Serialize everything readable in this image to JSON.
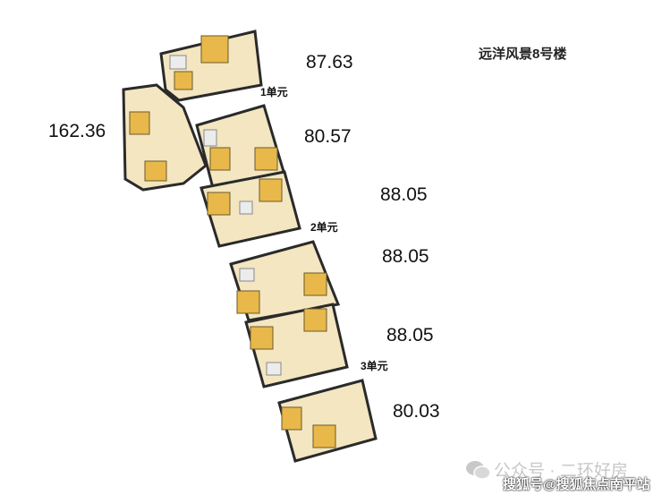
{
  "title": "远洋风景8号楼",
  "units": [
    {
      "label": "1单元"
    },
    {
      "label": "2单元"
    },
    {
      "label": "3单元"
    }
  ],
  "areas": [
    "162.36",
    "87.63",
    "80.57",
    "88.05",
    "88.05",
    "88.05",
    "80.03"
  ],
  "watermark": {
    "account": "公众号 · 二环好房",
    "source": "搜狐号@搜狐焦点南平站"
  },
  "colors": {
    "wall": "#2a2a2a",
    "floor": "#f3e6c0",
    "room": "#e8b84a",
    "wet": "#ececec"
  }
}
